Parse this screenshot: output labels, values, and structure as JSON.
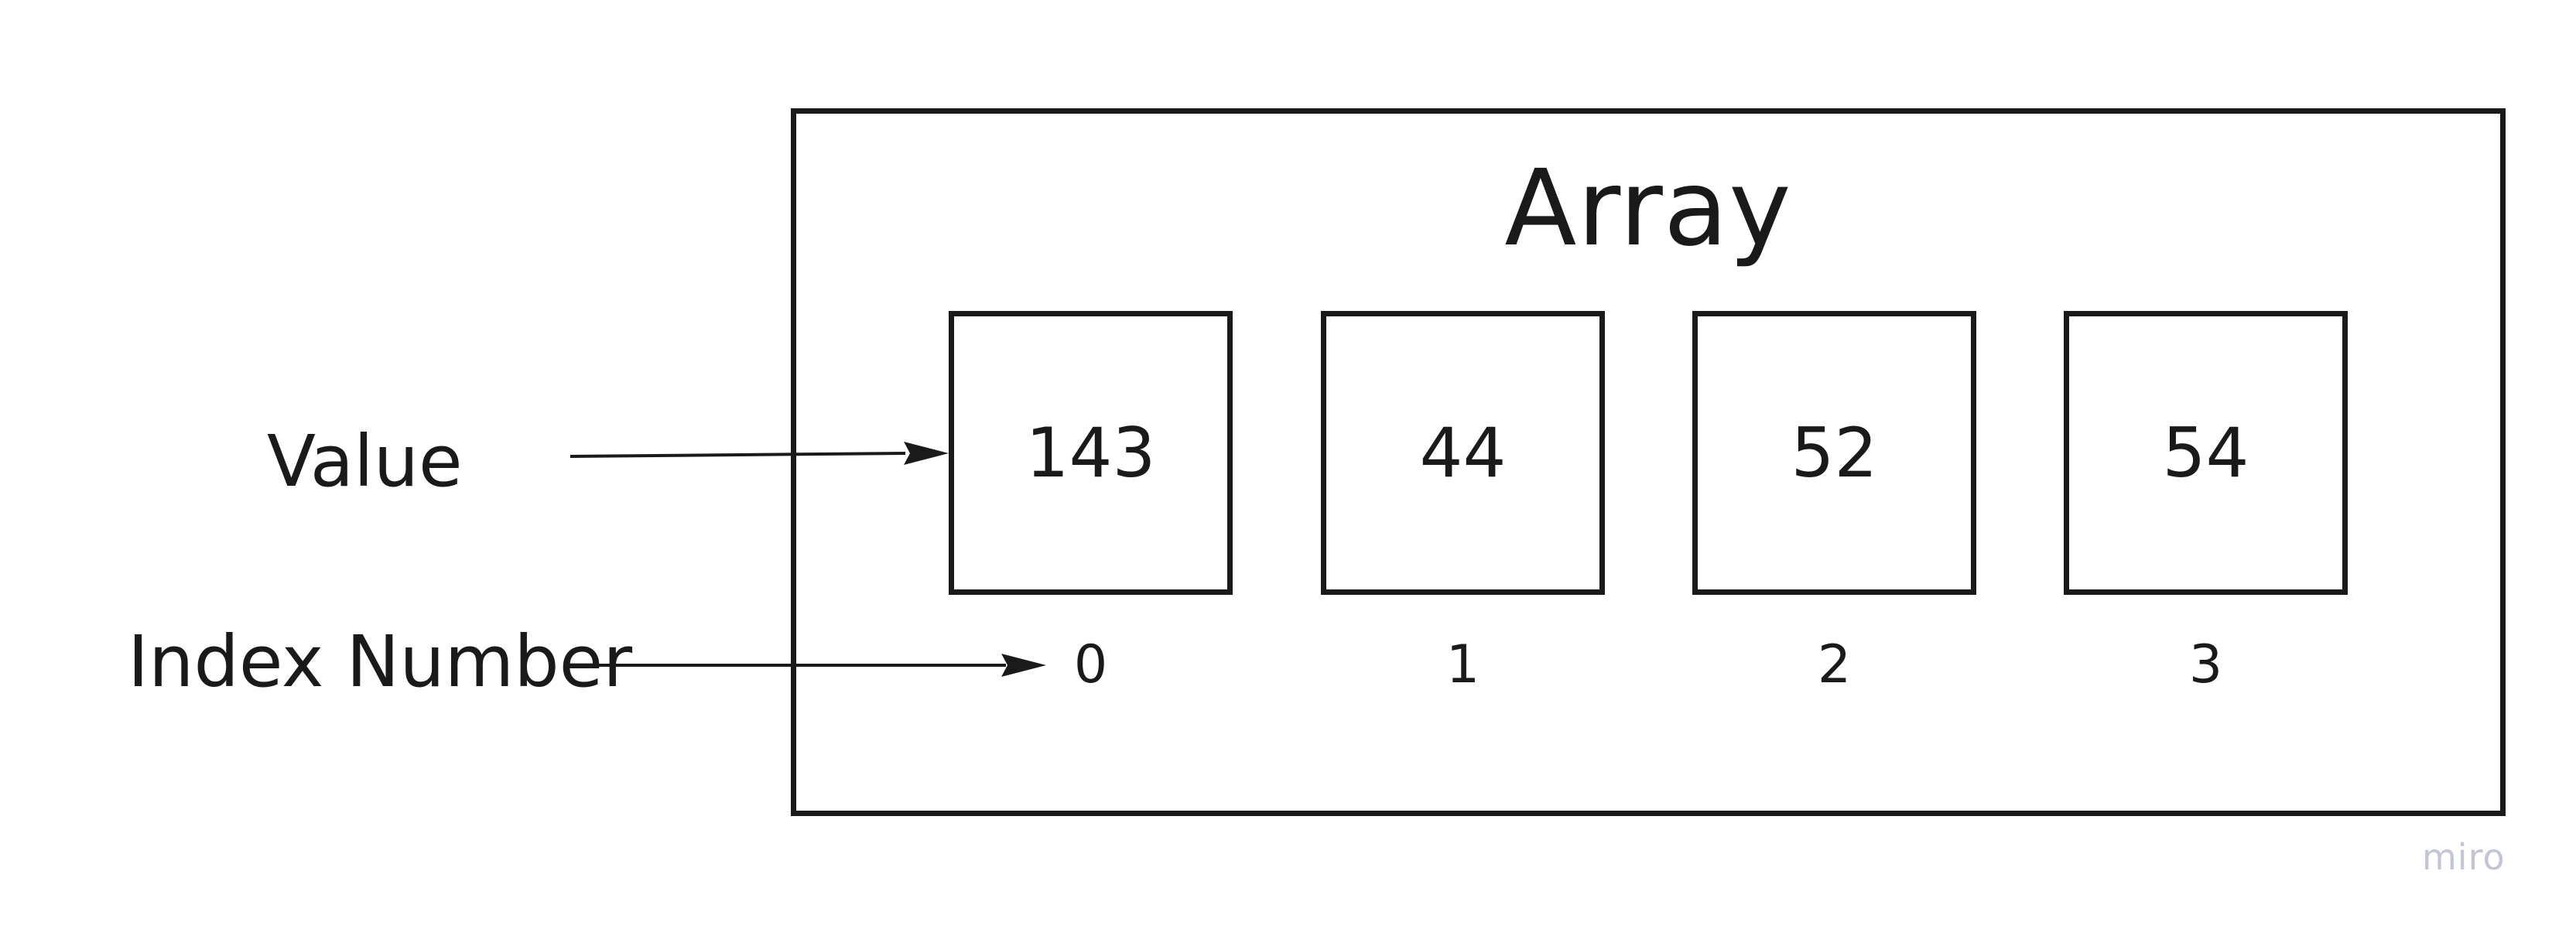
{
  "diagram": {
    "title": "Array",
    "side_labels": {
      "value": "Value",
      "index": "Index Number"
    },
    "cells": [
      {
        "value": "143",
        "index": "0"
      },
      {
        "value": "44",
        "index": "1"
      },
      {
        "value": "52",
        "index": "2"
      },
      {
        "value": "54",
        "index": "3"
      }
    ],
    "watermark": "miro",
    "colors": {
      "stroke": "#1a1a1a",
      "background": "#ffffff",
      "watermark": "#c3c5d4"
    }
  }
}
